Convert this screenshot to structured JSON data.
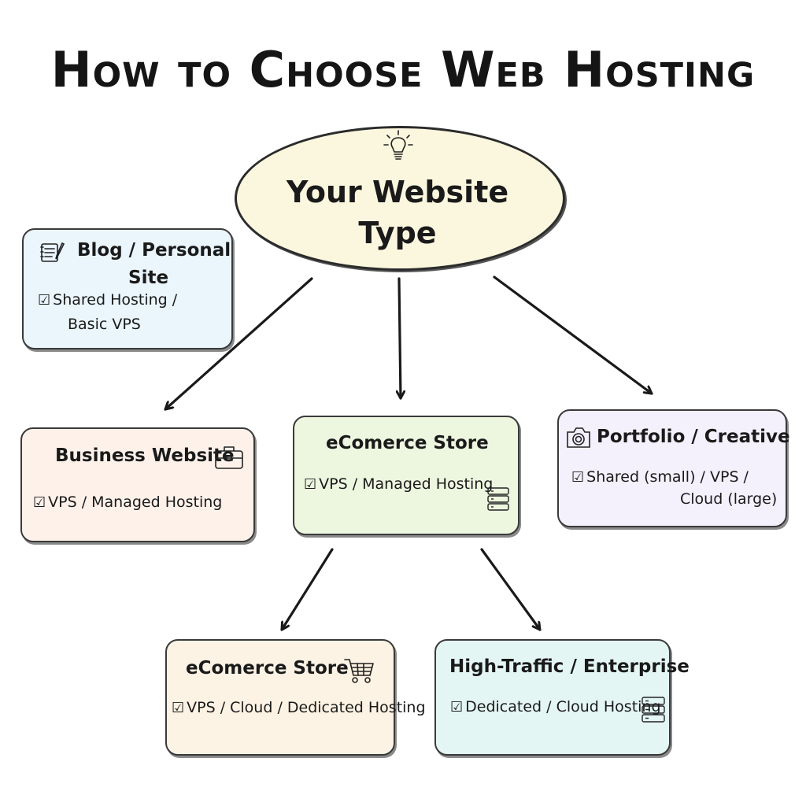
{
  "title": "How to Choose Web Hosting",
  "root": {
    "line1": "Your Website",
    "line2": "Type",
    "icon": "lightbulb-icon"
  },
  "check_mark": "☑",
  "nodes": {
    "blog": {
      "title_line1": "Blog / Personal",
      "title_line2": "Site",
      "hosting_line1": "Shared Hosting /",
      "hosting_line2": "Basic VPS",
      "icon": "notebook-pencil-icon",
      "color": "#eaf5fc"
    },
    "business": {
      "title": "Business Website",
      "hosting": "VPS / Managed Hosting",
      "icon": "briefcase-icon",
      "color": "#fdf1ea"
    },
    "ecommerce_mid": {
      "title": "eComerce Store",
      "hosting": "VPS / Managed Hosting",
      "icon": "server-icon",
      "color": "#edf7e0"
    },
    "portfolio": {
      "title": "Portfolio / Creative",
      "hosting_line1": "Shared (small) / VPS /",
      "hosting_line2": "Cloud (large)",
      "icon": "camera-icon",
      "color": "#f4f0fc"
    },
    "ecommerce_bottom": {
      "title": "eComerce Store",
      "hosting": "VPS / Cloud / Dedicated Hosting",
      "icon": "shopping-cart-icon",
      "color": "#fdf3e4"
    },
    "enterprise": {
      "title": "High-Traffic / Enterprise",
      "hosting": "Dedicated / Cloud Hosting",
      "icon": "server-icon",
      "color": "#e4f6f3"
    }
  }
}
